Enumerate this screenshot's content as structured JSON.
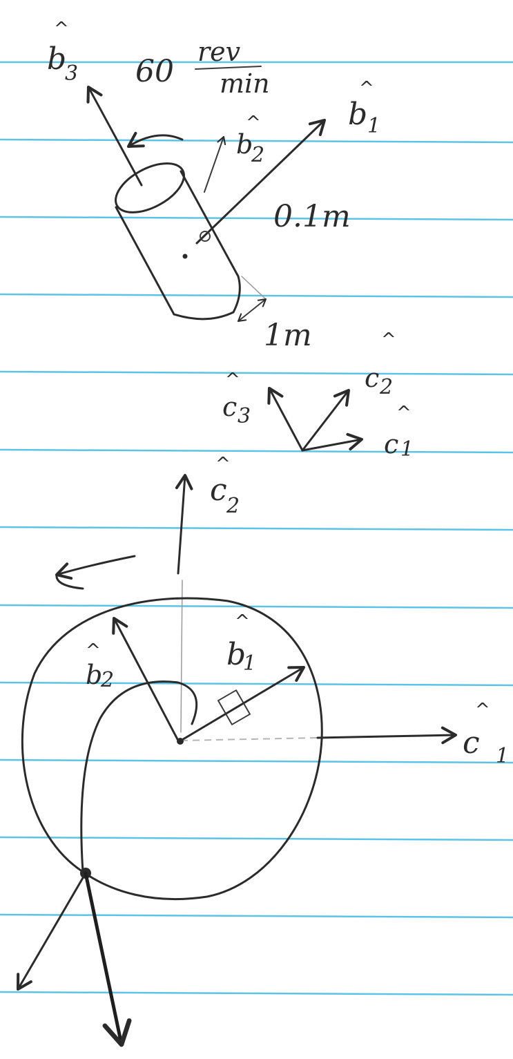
{
  "labels": {
    "top_b3": "b",
    "top_b3_sub": "3",
    "top_b2": "b",
    "top_b2_sub": "2",
    "top_b1": "b",
    "top_b1_sub": "1",
    "rate_value": "60",
    "rate_num": "rev",
    "rate_den": "min",
    "dist": "0.1m",
    "len": "1m",
    "mid_c3": "c",
    "mid_c3_sub": "3",
    "mid_c2": "c",
    "mid_c2_sub": "2",
    "mid_c1": "c",
    "mid_c1_sub": "1",
    "bot_c2": "c",
    "bot_c2_sub": "2",
    "bot_b2": "b",
    "bot_b2_sub": "2",
    "bot_b1": "b",
    "bot_b1_sub": "1",
    "bot_c1": "c",
    "bot_c1_sub": "1",
    "hat": "^"
  },
  "colors": {
    "ink": "#2b2b2b",
    "notebook_rule": "#5cc3e6",
    "paper": "#ffffff"
  }
}
